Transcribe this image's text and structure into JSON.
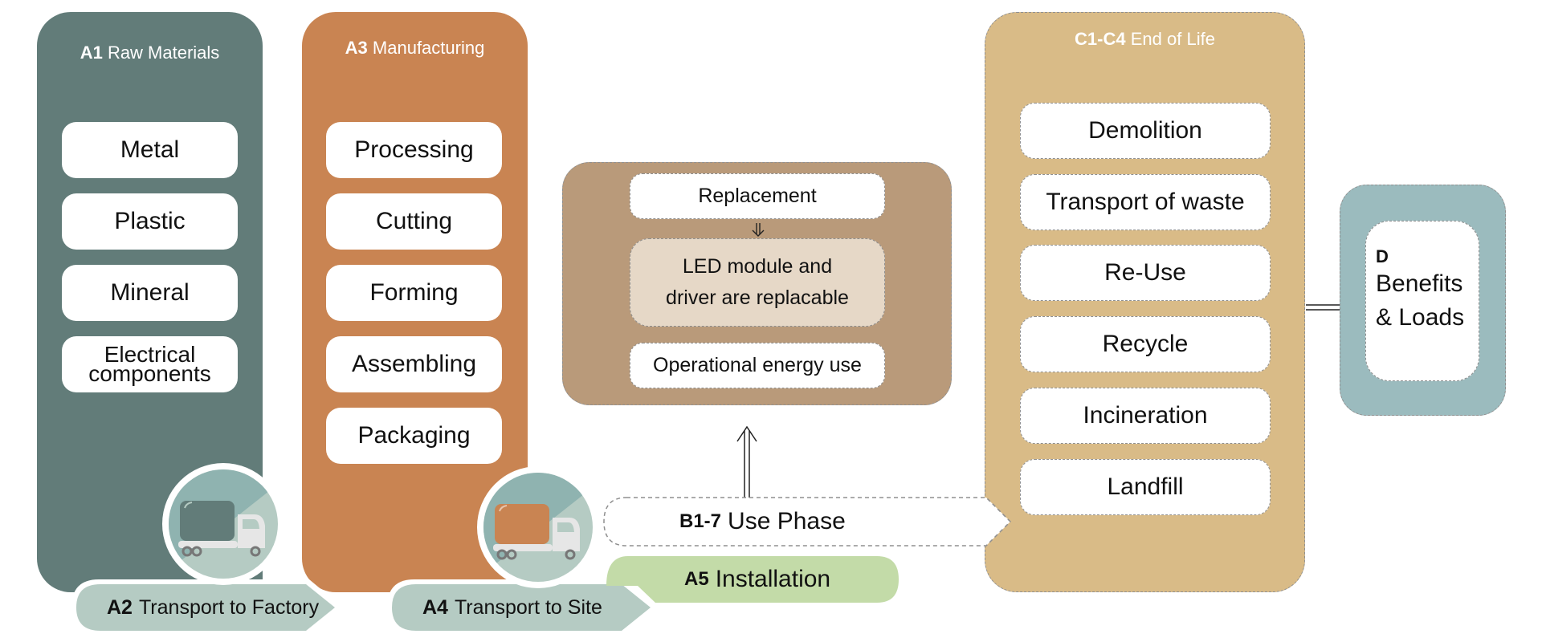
{
  "stages": {
    "a1": {
      "code": "A1",
      "title": "Raw Materials",
      "color": "#627c79",
      "items": [
        "Metal",
        "Plastic",
        "Mineral",
        "Electrical components"
      ]
    },
    "a2": {
      "code": "A2",
      "title": "Transport to Factory"
    },
    "a3": {
      "code": "A3",
      "title": "Manufacturing",
      "color": "#c98452",
      "items": [
        "Processing",
        "Cutting",
        "Forming",
        "Assembling",
        "Packaging"
      ]
    },
    "a4": {
      "code": "A4",
      "title": "Transport to Site"
    },
    "a5": {
      "code": "A5",
      "title": "Installation",
      "color": "#c3dba8"
    },
    "b": {
      "code": "B1-7",
      "title": "Use Phase",
      "color": "#b99a7a",
      "items": {
        "replacement": "Replacement",
        "led_line1": "LED module and",
        "led_line2": "driver are replacable",
        "operational": "Operational energy use"
      }
    },
    "c": {
      "code": "C1-C4",
      "title": "End of Life",
      "color": "#d9bb87",
      "items": [
        "Demolition",
        "Transport of waste",
        "Re-Use",
        "Recycle",
        "Incineration",
        "Landfill"
      ]
    },
    "d": {
      "code": "D",
      "line1": "Benefits",
      "line2": "& Loads",
      "color": "#9bbbbe"
    }
  },
  "electrical_line1": "Electrical",
  "electrical_line2": "components",
  "icons": {
    "truck": "truck-icon",
    "arrow_up": "double-arrow-up-icon",
    "arrow_down": "double-arrow-down-icon",
    "arrow_right": "double-arrow-right-icon"
  }
}
